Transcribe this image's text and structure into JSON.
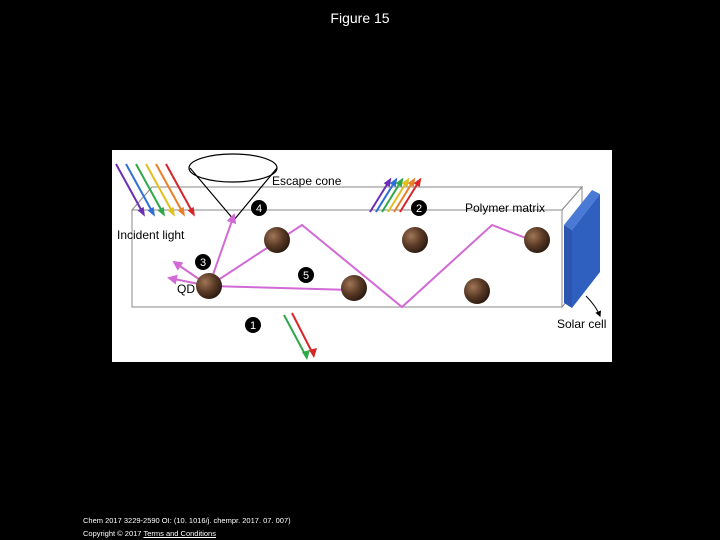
{
  "slide": {
    "title": "Figure 15"
  },
  "diagram": {
    "labels": {
      "escape_cone": "Escape cone",
      "polymer_matrix": "Polymer matrix",
      "incident_light": "Incident light",
      "qd": "QD",
      "solar_cell": "Solar cell"
    },
    "markers": [
      "1",
      "2",
      "3",
      "4",
      "5"
    ],
    "colors": {
      "path": "#d26ad6",
      "qd": "#5a3a26",
      "solar_cell": "#2f5fbf",
      "waveguide_edge": "#888888"
    },
    "spectrum_colors": [
      "#6a2fb5",
      "#2f6fd6",
      "#2fa84a",
      "#e0c020",
      "#e8802a",
      "#d6262a"
    ]
  },
  "footer": {
    "citation": "Chem 2017 3229-2590 OI: (10. 1016/j. chempr. 2017. 07. 007)",
    "copyright": "Copyright © 2017",
    "terms_link": "Terms and Conditions"
  }
}
